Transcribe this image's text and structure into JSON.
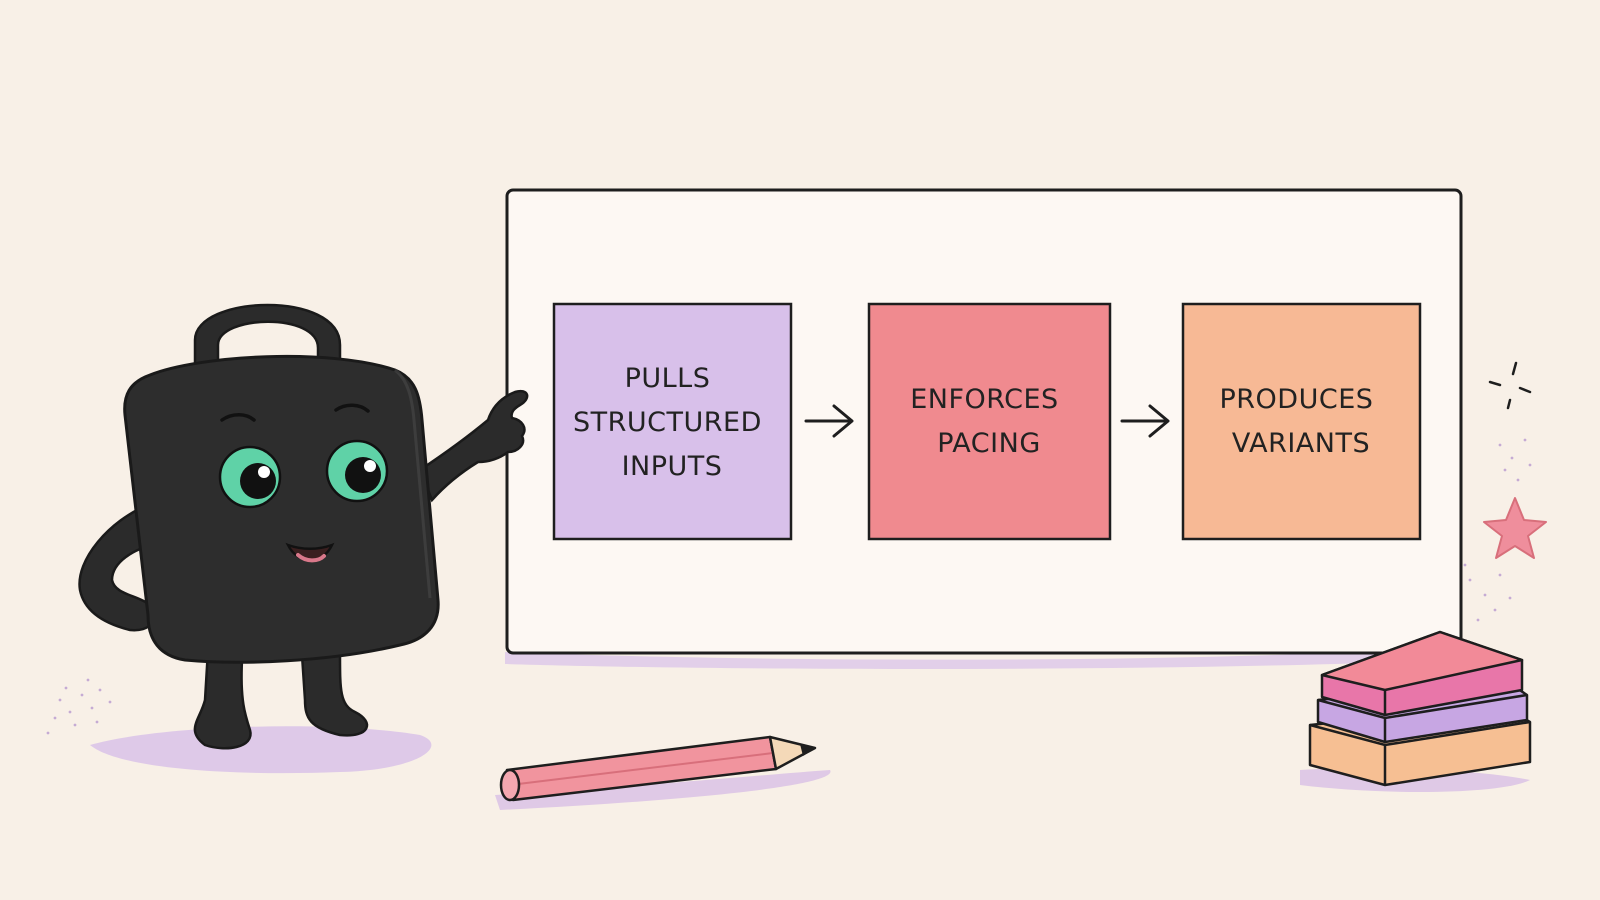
{
  "flow": {
    "steps": [
      {
        "lines": [
          "PULLS",
          "STRUCTURED",
          "INPUTS"
        ],
        "color": "#d8c0ea"
      },
      {
        "lines": [
          "ENFORCES",
          "PACING"
        ],
        "color": "#f08a8f"
      },
      {
        "lines": [
          "PRODUCES",
          "VARIANTS"
        ],
        "color": "#f7b995"
      }
    ],
    "arrow_icon": "right-arrow"
  },
  "colors": {
    "background": "#f8f0e7",
    "outline": "#1e1e1e",
    "mascot_body": "#2b2b2b",
    "mascot_eyes": "#5fd2a7",
    "shadow": "#cdaee2",
    "pencil": "#f1949e",
    "star": "#ef8e9c"
  },
  "decorations": {
    "mascot": "lock-mascot",
    "pencil": "pencil-icon",
    "sticky_stack": "sticky-note-stack",
    "star": "star-icon",
    "sparkle": "sparkle-icon"
  }
}
